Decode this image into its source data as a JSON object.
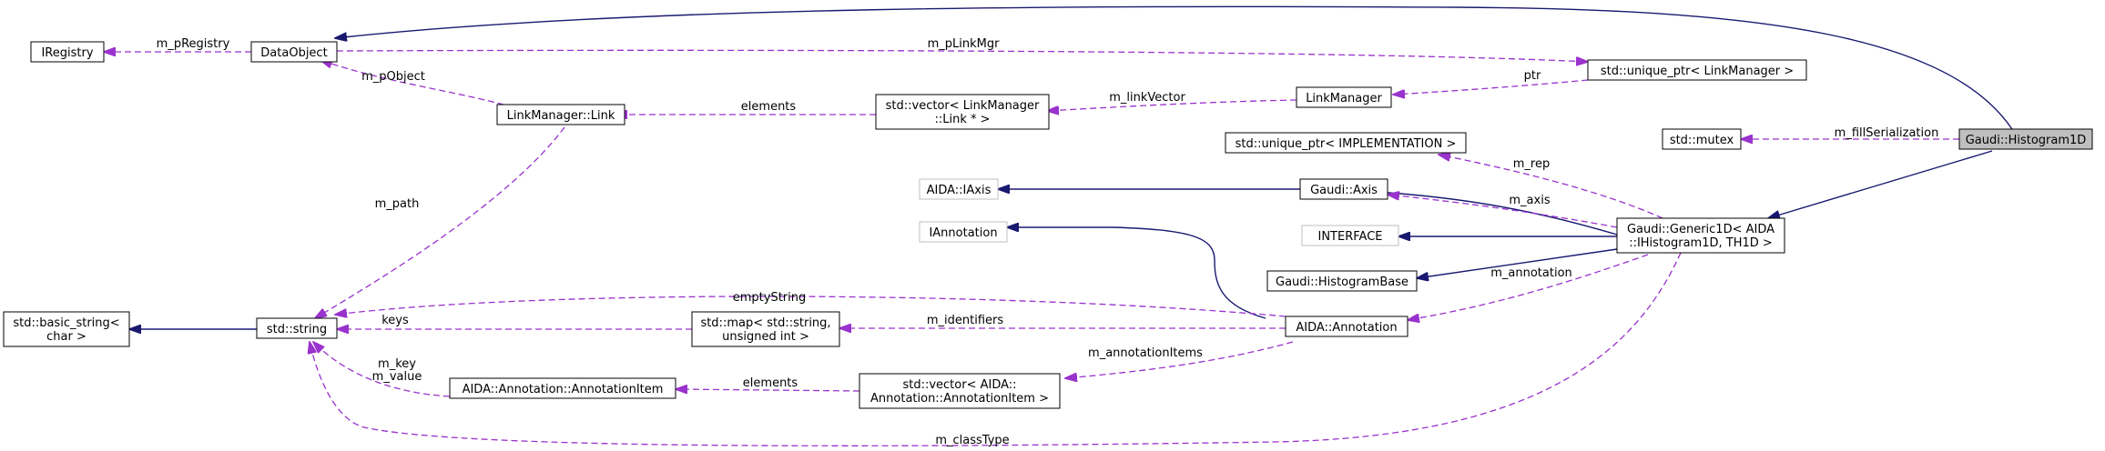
{
  "colors": {
    "inherit_edge": "#191970",
    "usage_edge": "#9a32cd",
    "node_border": "#000000",
    "external_node_border": "#bfbfbf",
    "external_node_text": "#404040",
    "highlight_fill": "#bfbfbf",
    "background": "#ffffff"
  },
  "nodes": {
    "iregistry": {
      "lines": [
        "IRegistry"
      ]
    },
    "dataobject": {
      "lines": [
        "DataObject"
      ]
    },
    "unique_ptr_linkmanager": {
      "lines": [
        "std::unique_ptr< LinkManager >"
      ]
    },
    "linkmanager_link": {
      "lines": [
        "LinkManager::Link"
      ]
    },
    "vector_link": {
      "lines": [
        "std::vector< LinkManager",
        "::Link * >"
      ]
    },
    "linkmanager": {
      "lines": [
        "LinkManager"
      ]
    },
    "mutex": {
      "lines": [
        "std::mutex"
      ]
    },
    "histogram1d": {
      "lines": [
        "Gaudi::Histogram1D"
      ]
    },
    "unique_ptr_impl": {
      "lines": [
        "std::unique_ptr< IMPLEMENTATION >"
      ]
    },
    "aida_iaxis": {
      "lines": [
        "AIDA::IAxis"
      ]
    },
    "gaudi_axis": {
      "lines": [
        "Gaudi::Axis"
      ]
    },
    "iannotation": {
      "lines": [
        "IAnnotation"
      ]
    },
    "interface": {
      "lines": [
        "INTERFACE"
      ]
    },
    "generic1d": {
      "lines": [
        "Gaudi::Generic1D< AIDA",
        "::IHistogram1D, TH1D >"
      ]
    },
    "histogrambase": {
      "lines": [
        "Gaudi::HistogramBase"
      ]
    },
    "basic_string": {
      "lines": [
        "std::basic_string<",
        "char >"
      ]
    },
    "std_string": {
      "lines": [
        "std::string"
      ]
    },
    "std_map": {
      "lines": [
        "std::map< std::string,",
        "unsigned int >"
      ]
    },
    "aida_annotation": {
      "lines": [
        "AIDA::Annotation"
      ]
    },
    "annotationitem": {
      "lines": [
        "AIDA::Annotation::AnnotationItem"
      ]
    },
    "vector_annotationitem": {
      "lines": [
        "std::vector< AIDA::",
        "Annotation::AnnotationItem >"
      ]
    }
  },
  "edge_labels": {
    "m_pRegistry": "m_pRegistry",
    "m_pLinkMgr": "m_pLinkMgr",
    "m_pObject": "m_pObject",
    "elements_link": "elements",
    "m_linkVector": "m_linkVector",
    "ptr": "ptr",
    "m_fillSerialization": "m_fillSerialization",
    "m_rep": "m_rep",
    "m_axis": "m_axis",
    "m_path": "m_path",
    "m_annotation": "m_annotation",
    "emptyString": "emptyString",
    "keys": "keys",
    "m_identifiers": "m_identifiers",
    "m_annotationItems": "m_annotationItems",
    "m_key_value": [
      "m_key",
      "m_value"
    ],
    "elements_item": "elements",
    "m_classType": "m_classType"
  }
}
